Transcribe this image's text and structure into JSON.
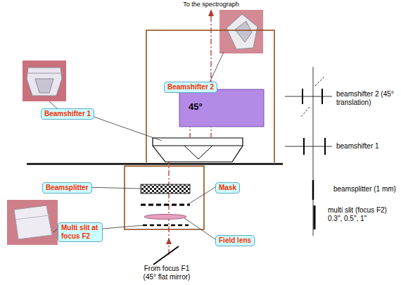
{
  "diagram": {
    "nodes": [
      {
        "text": [
          "Beamshifter 2"
        ]
      },
      {
        "text": [
          "Beamshifter 1"
        ]
      },
      {
        "text": [
          "Beamsplitter"
        ]
      },
      {
        "text": [
          "Mask"
        ]
      },
      {
        "text": [
          "Multi slit at focus F2"
        ]
      },
      {
        "text": [
          "Field lens"
        ]
      }
    ],
    "labels": [
      "To the spectrograph",
      "45°",
      "From focus F1 (45° flat mirror)",
      "beamshifter 2 (45° translation)",
      "beamshifter 1",
      "beamsplitter (1 mm)",
      "multi slit (focus F2) 0.3\", 0.5\", 1\""
    ]
  }
}
